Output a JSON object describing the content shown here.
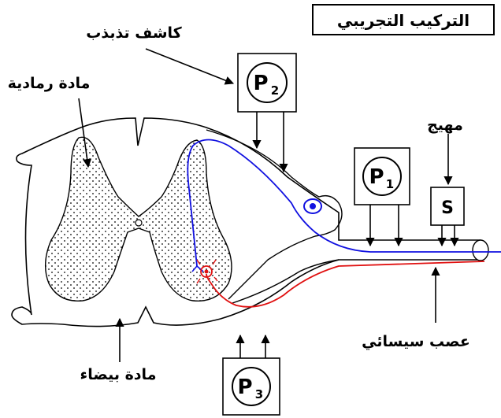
{
  "title": "التركيب التجريبي",
  "labels": {
    "oscilloscope": "كاشف تذبذب",
    "grey_matter": "مادة رمادية",
    "white_matter": "مادة بيضاء",
    "stimulator": "مهيج",
    "sciatic_nerve": "عصب سيسائي"
  },
  "probes": [
    {
      "name": "P",
      "sub": "1"
    },
    {
      "name": "P",
      "sub": "2"
    },
    {
      "name": "P",
      "sub": "3"
    }
  ],
  "stimulator_symbol": "S",
  "colors": {
    "sensory_neuron": "#1010e0",
    "motor_neuron": "#e01010",
    "outline": "#000000"
  }
}
